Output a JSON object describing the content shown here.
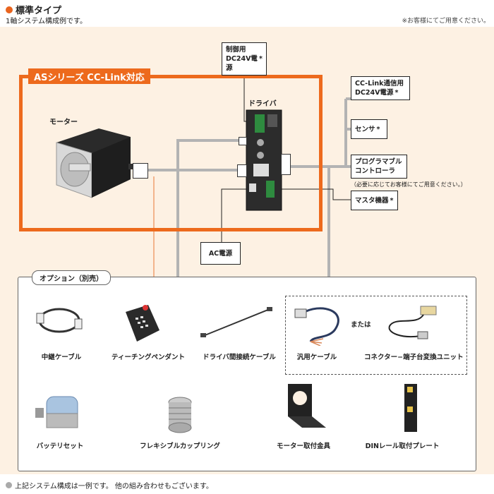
{
  "header": {
    "title": "標準タイプ",
    "subtitle": "1軸システム構成例です。",
    "note": "※お客様にてご用意ください。"
  },
  "series_badge": "ASシリーズ CC-Link対応",
  "labels": {
    "motor": "モーター",
    "driver": "ドライバ",
    "control_power": [
      "制御用",
      "DC24V電源"
    ],
    "ac_power": "AC電源"
  },
  "right_boxes": {
    "cclink_power": [
      "CC-Link通信用",
      "DC24V電源"
    ],
    "sensor": "センサ",
    "plc": [
      "プログラマブル",
      "コントローラ"
    ],
    "plc_note": "（必要に応じてお客様にてご用意ください。）",
    "master": "マスタ機器",
    "asterisk": "*"
  },
  "options": {
    "title": "オプション（別売）",
    "row1": [
      "中継ケーブル",
      "ティーチングペンダント",
      "ドライバ間接続ケーブル",
      "汎用ケーブル",
      "コネクター−端子台変換ユニット"
    ],
    "or_word": "または",
    "row2": [
      "バッテリセット",
      "フレキシブルカップリング",
      "モーター取付金具",
      "DINレール取付プレート"
    ]
  },
  "footer": "上記システム構成は一例です。 他の組み合わせもございます。",
  "colors": {
    "accent": "#ed6a1d",
    "panel_bg": "#fdf1e3",
    "line_gray": "#b3b3b3",
    "line_orange": "#f0a070"
  }
}
